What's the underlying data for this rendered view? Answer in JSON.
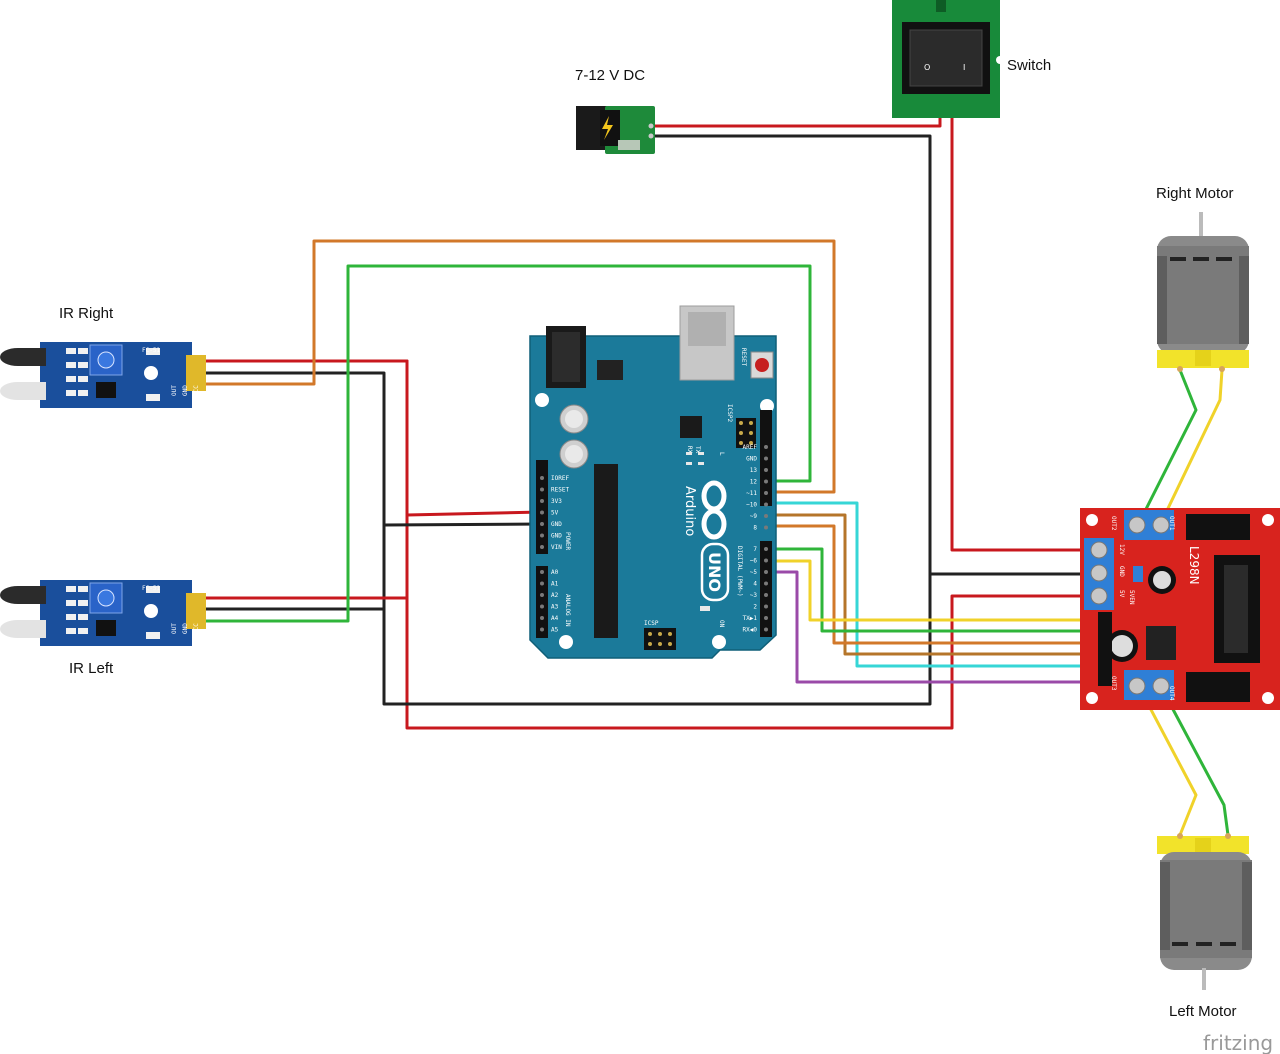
{
  "labels": {
    "power_jack": "7-12 V DC",
    "switch": "Switch",
    "right_motor": "Right Motor",
    "left_motor": "Left Motor",
    "ir_right": "IR Right",
    "ir_left": "IR Left",
    "watermark": "fritzing"
  },
  "arduino": {
    "brand": "Arduino",
    "model": "UNO",
    "reset": "RESET",
    "icsp": "ICSP",
    "icsp2": "ICSP2",
    "tx": "TX",
    "rx": "RX",
    "l": "L",
    "on": "ON",
    "power_header": "POWER",
    "analog_header": "ANALOG IN",
    "digital_header": "DIGITAL (PWM~)",
    "power_pins": [
      "IOREF",
      "RESET",
      "3V3",
      "5V",
      "GND",
      "GND",
      "VIN"
    ],
    "analog_pins": [
      "A0",
      "A1",
      "A2",
      "A3",
      "A4",
      "A5"
    ],
    "digital_pins_top": [
      "AREF",
      "GND",
      "13",
      "12",
      "~11",
      "~10",
      "~9",
      "8"
    ],
    "digital_pins_bottom": [
      "7",
      "~6",
      "~5",
      "4",
      "~3",
      "2",
      "TX▶1",
      "RX◀0"
    ]
  },
  "driver": {
    "model": "L298N",
    "out1": "OUT1",
    "out2": "OUT2",
    "out3": "OUT3",
    "out4": "OUT4",
    "v12": "12V",
    "gnd": "GND",
    "v5": "5V",
    "en": "5VEN"
  },
  "ir_sensor": {
    "module": "FC-51",
    "pins": [
      "OUT",
      "GND",
      "VCC"
    ]
  },
  "switch_marks": {
    "off": "O",
    "on": "I"
  },
  "colors": {
    "red_wire": "#c8181e",
    "black_wire": "#222222",
    "orange_wire": "#d2782a",
    "green_wire": "#2fb53a",
    "yellow_wire": "#f0d22a",
    "cyan_wire": "#36d6d6",
    "brown_wire": "#b5752a",
    "purple_wire": "#9a4aa8",
    "arduino_board": "#1b7a9a",
    "driver_board": "#d8231e",
    "ir_board": "#1a4f9c",
    "switch_board": "#188a3a",
    "motor_body": "#8a8a8a",
    "motor_cap": "#f2e32a"
  }
}
